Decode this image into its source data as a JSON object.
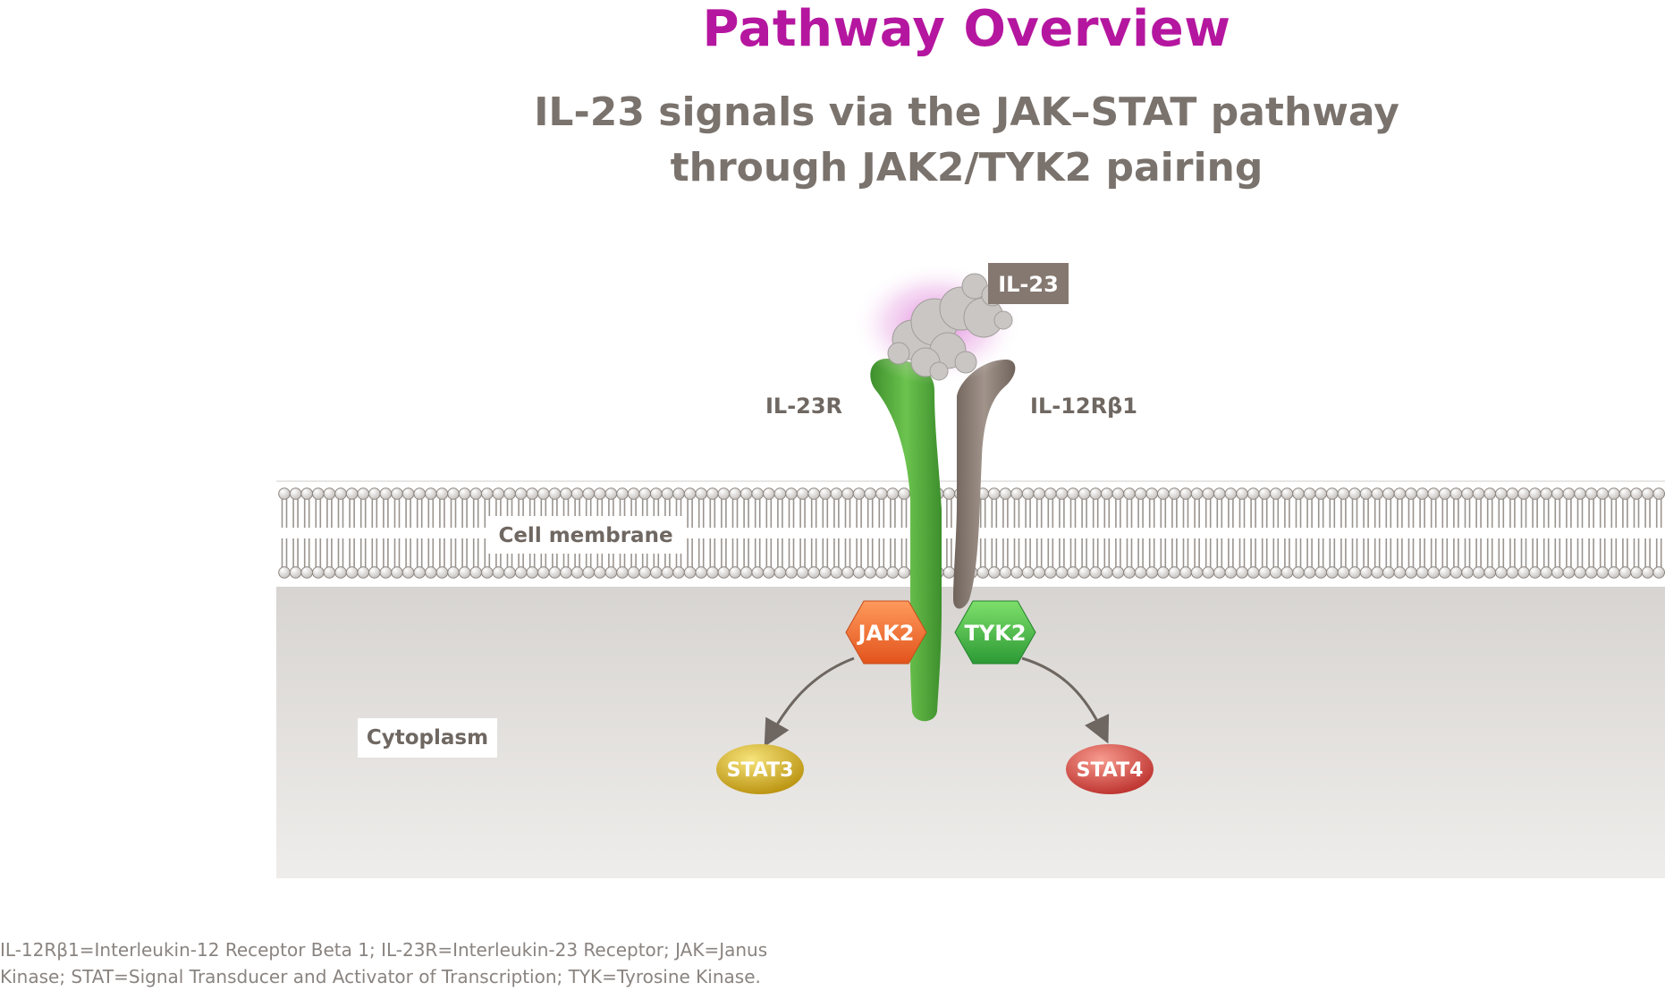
{
  "header": {
    "title": "Pathway Overview",
    "subtitle_line1": "IL-23 signals via the JAK–STAT pathway",
    "subtitle_line2": "through JAK2/TYK2 pairing"
  },
  "diagram": {
    "ligand_label": "IL-23",
    "receptor_left_label": "IL-23R",
    "receptor_right_label": "IL-12Rβ1",
    "membrane_label": "Cell membrane",
    "cytoplasm_label": "Cytoplasm",
    "kinase_left_label": "JAK2",
    "kinase_right_label": "TYK2",
    "stat_left_label": "STAT3",
    "stat_right_label": "STAT4"
  },
  "colors": {
    "title": "#b5169f",
    "subtitle": "#7a726c",
    "receptor_left": "#4ea63a",
    "receptor_right": "#8a7c73",
    "jak2": "#f26b2d",
    "tyk2": "#3fb84a",
    "stat3": "#d9b215",
    "stat4": "#d9453f"
  },
  "footnote": {
    "line1": "IL-12Rβ1=Interleukin-12 Receptor Beta 1; IL-23R=Interleukin-23 Receptor; JAK=Janus",
    "line2": "Kinase; STAT=Signal Transducer and Activator of Transcription; TYK=Tyrosine Kinase."
  }
}
